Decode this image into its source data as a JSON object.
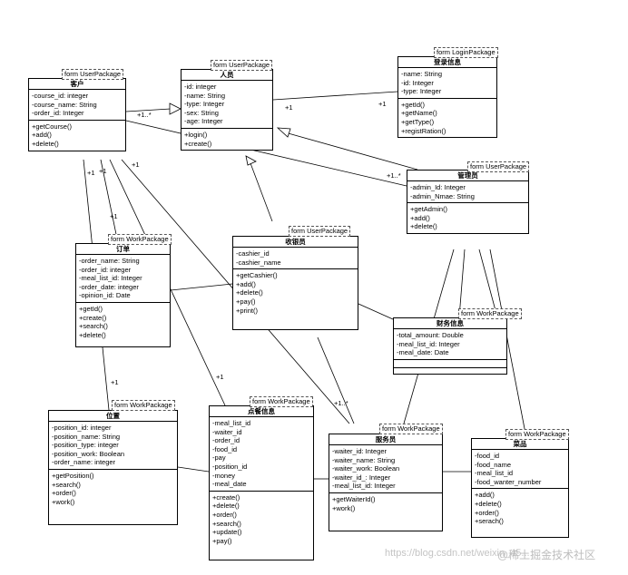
{
  "classes": [
    {
      "id": "kehu",
      "title": "客户",
      "package": "form UserPackage",
      "attributes": [
        "-course_id: integer",
        "-course_name: String",
        "-order_id: Integer"
      ],
      "operations": [
        "+getCourse()",
        "+add()",
        "+delete()"
      ]
    },
    {
      "id": "renyuan",
      "title": "人员",
      "package": "form UserPackage",
      "attributes": [
        "-id: integer",
        "-name: String",
        "-type: Integer",
        "-sex: String",
        "-age: Integer"
      ],
      "operations": [
        "+login()",
        "+create()"
      ]
    },
    {
      "id": "denglu",
      "title": "登录信息",
      "package": "form LoginPackage",
      "attributes": [
        "-name: String",
        "-id: Integer",
        "-type: Integer"
      ],
      "operations": [
        "+getId()",
        "+getName()",
        "+getType()",
        "+registRation()"
      ]
    },
    {
      "id": "guanli",
      "title": "管理员",
      "package": "form UserPackage",
      "attributes": [
        "-admin_Id: Integer",
        "-admin_Nmae: String"
      ],
      "operations": [
        "+getAdmin()",
        "+add()",
        "+delete()"
      ]
    },
    {
      "id": "dingdan",
      "title": "订单",
      "package": "form WorkPackage",
      "attributes": [
        "-order_name: String",
        "-order_id: integer",
        "-meal_list_id: Integer",
        "-order_date: integer",
        "-opinion_id: Date"
      ],
      "operations": [
        "+getId()",
        "+create()",
        "+search()",
        "+delete()"
      ]
    },
    {
      "id": "shouyin",
      "title": "收银员",
      "package": "form UserPackage",
      "attributes": [
        "-cashier_id",
        "-cashier_name"
      ],
      "operations": [
        "+getCashier()",
        "+add()",
        "+delete()",
        "+pay()",
        "+print()"
      ]
    },
    {
      "id": "caiwu",
      "title": "财务信息",
      "package": "form WorkPackage",
      "attributes": [
        "-total_amount: Double",
        "-meal_list_id: Integer",
        "-meal_date: Date"
      ],
      "operations": []
    },
    {
      "id": "weizhi",
      "title": "位置",
      "package": "form WorkPackage",
      "attributes": [
        "-position_id: integer",
        "-position_name: String",
        "-position_type: integer",
        "-position_work: Boolean",
        "-order_name: integer"
      ],
      "operations": [
        "+getPosition()",
        "+search()",
        "+order()",
        "+work()"
      ]
    },
    {
      "id": "diancan",
      "title": "点餐信息",
      "package": "form WorkPackage",
      "attributes": [
        "-meal_list_id",
        "-waiter_id",
        "-order_id",
        "-food_id",
        "-pay",
        "-position_id",
        "-money",
        "-meal_date"
      ],
      "operations": [
        "+create()",
        "+delete()",
        "+order()",
        "+search()",
        "+update()",
        "+pay()"
      ]
    },
    {
      "id": "fuwu",
      "title": "服务员",
      "package": "form WorkPackage",
      "attributes": [
        "-waiter_id: Integer",
        "-waiter_name: String",
        "-waiter_work: Boolean",
        "-waiter_id_: Integer",
        "-meal_list_id: Integer"
      ],
      "operations": [
        "+getWaiterId()",
        "+work()"
      ]
    },
    {
      "id": "caipin",
      "title": "菜品",
      "package": "form WorkPackage",
      "attributes": [
        "-food_id",
        "-food_name",
        "-meal_list_id",
        "-food_wanter_number"
      ],
      "operations": [
        "+add()",
        "+delete()",
        "+order()",
        "+serach()"
      ]
    }
  ],
  "multiplicities": [
    "+1..*",
    "+1",
    "+1",
    "+1..*",
    "+1",
    "+1",
    "+1",
    "+1",
    "+1",
    "+1",
    "+1..*"
  ],
  "watermark": {
    "url_text": "https://blog.csdn.net/weixin_45...",
    "brand_text": "@稀土掘金技术社区"
  }
}
